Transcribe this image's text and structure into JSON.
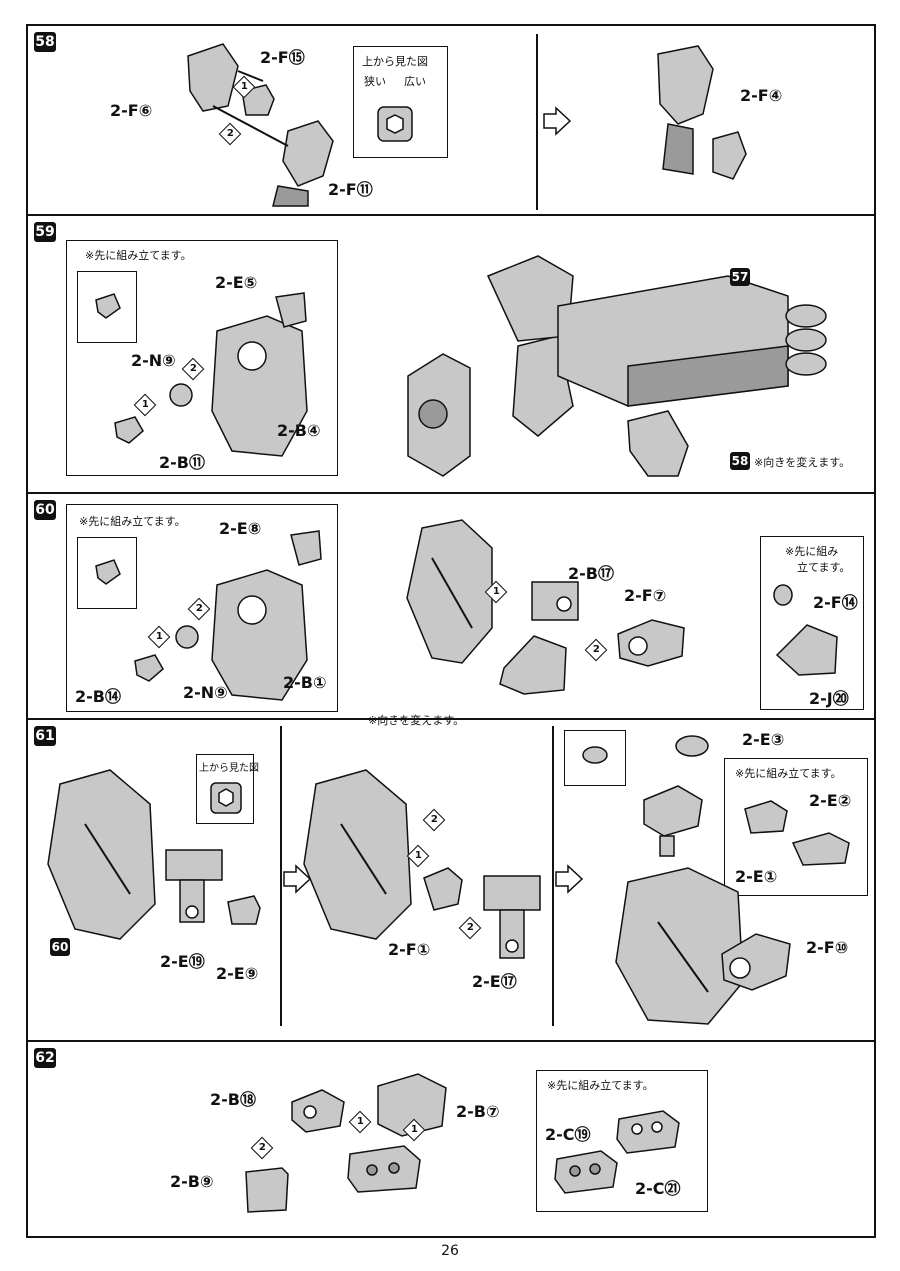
{
  "page_number": "26",
  "steps": {
    "s58": {
      "num": "58",
      "labels": {
        "f15": "2-F⑮",
        "f6": "2-F⑥",
        "f11": "2-F⑪",
        "f4": "2-F④"
      },
      "view_title": "上から見た図",
      "narrow": "狭い",
      "wide": "広い",
      "order1": "1",
      "order2": "2"
    },
    "s59": {
      "num": "59",
      "pre_note": "※先に組み立てます。",
      "labels": {
        "e5": "2-E⑤",
        "n9": "2-N⑨",
        "b4": "2-B④",
        "b11": "2-B⑪"
      },
      "ref57": "57",
      "ref58": "58",
      "orient_note": "※向きを変えます。",
      "order1": "1",
      "order2": "2"
    },
    "s60": {
      "num": "60",
      "pre_note": "※先に組み立てます。",
      "labels": {
        "e8": "2-E⑧",
        "b14": "2-B⑭",
        "n9": "2-N⑨",
        "b1": "2-B①",
        "b17": "2-B⑰",
        "f7": "2-F⑦",
        "f14": "2-F⑭",
        "j20": "2-J⑳"
      },
      "pre_note2a": "※先に組み",
      "pre_note2b": "立てます。",
      "orient_note": "※向きを変えます。",
      "order1": "1",
      "order2": "2"
    },
    "s61": {
      "num": "61",
      "view_title": "上から見た図",
      "labels": {
        "e19": "2-E⑲",
        "e9": "2-E⑨",
        "f1": "2-F①",
        "e17": "2-E⑰",
        "e3": "2-E③",
        "e2": "2-E②",
        "e1": "2-E①",
        "f10": "2-F⑩"
      },
      "ref60": "60",
      "pre_note": "※先に組み立てます。",
      "order1": "1",
      "order2": "2"
    },
    "s62": {
      "num": "62",
      "labels": {
        "b18": "2-B⑱",
        "b7": "2-B⑦",
        "b9": "2-B⑨",
        "c19": "2-C⑲",
        "c21": "2-C㉑"
      },
      "pre_note": "※先に組み立てます。",
      "order1": "1",
      "order2": "2"
    }
  },
  "colors": {
    "part_fill": "#c8c8c8",
    "part_dark": "#9a9a9a",
    "line": "#111111"
  }
}
